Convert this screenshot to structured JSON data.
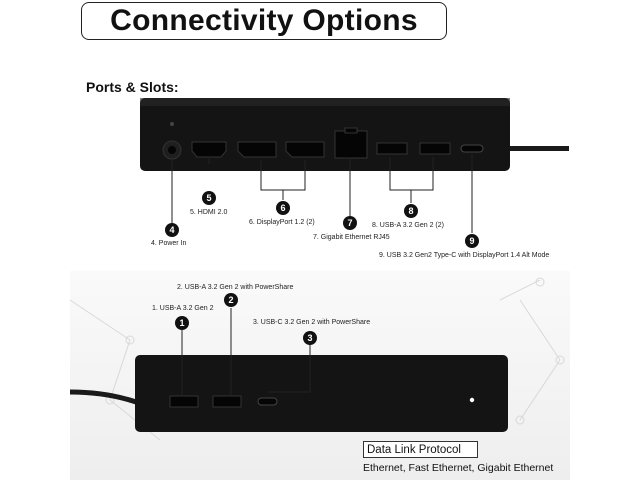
{
  "title": "Connectivity Options",
  "section_title": "Ports & Slots:",
  "rear_labels": {
    "power_in": "4. Power In",
    "hdmi": "5. HDMI 2.0",
    "displayport": "6. DisplayPort 1.2 (2)",
    "ethernet": "7. Gigabit Ethernet RJ45",
    "usb_a_rear": "8. USB-A 3.2 Gen 2 (2)",
    "usb_c_rear": "9. USB 3.2 Gen2 Type-C with DisplayPort 1.4 Alt Mode"
  },
  "front_labels": {
    "usb_a_front": "1. USB-A 3.2 Gen 2",
    "usb_a_powershare": "2. USB-A 3.2 Gen 2 with PowerShare",
    "usb_c_powershare": "3. USB-C 3.2 Gen 2 with PowerShare"
  },
  "markers": [
    "1",
    "2",
    "3",
    "4",
    "5",
    "6",
    "7",
    "8",
    "9"
  ],
  "protocol": {
    "heading": "Data Link Protocol",
    "value": "Ethernet, Fast Ethernet, Gigabit Ethernet"
  },
  "colors": {
    "dock": "#141414",
    "port": "#050505",
    "marker": "#111111"
  }
}
